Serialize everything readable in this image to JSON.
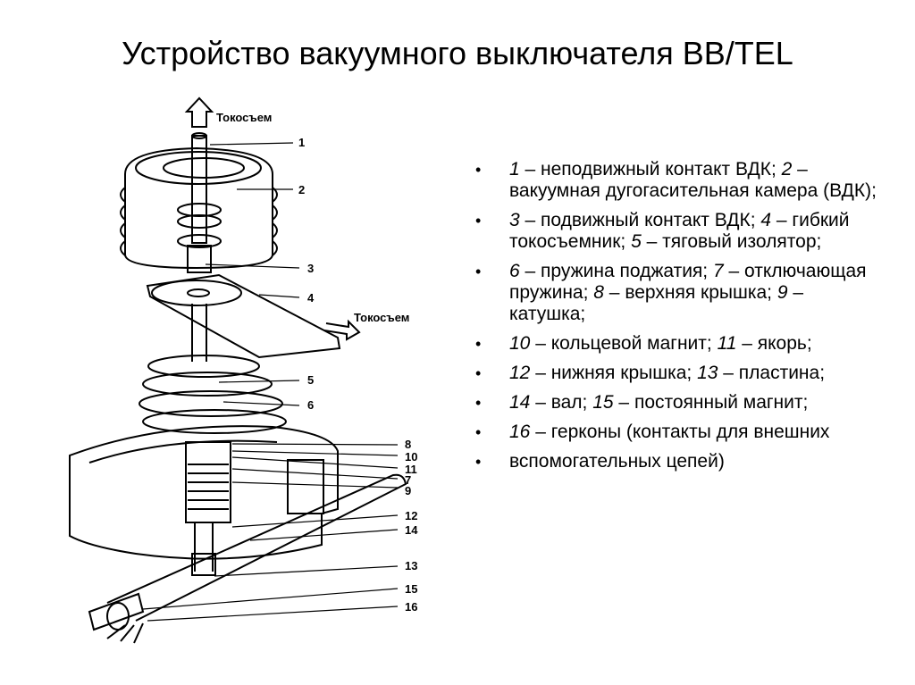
{
  "title": "Устройство вакуумного выключателя BB/TEL",
  "diagram": {
    "top_label": "Токосъем",
    "side_label": "Токосъем",
    "numbers": [
      "1",
      "2",
      "3",
      "4",
      "5",
      "6",
      "8",
      "10",
      "11",
      "7",
      "9",
      "12",
      "14",
      "13",
      "15",
      "16"
    ]
  },
  "items": [
    {
      "parts": [
        {
          "t": "1",
          "i": true
        },
        {
          "t": " – неподвижный контакт ВДК; "
        },
        {
          "t": "2",
          "i": true
        },
        {
          "t": " – вакуумная дугогасительная камера (ВДК);"
        }
      ]
    },
    {
      "parts": [
        {
          "t": "3",
          "i": true
        },
        {
          "t": " – подвижный контакт ВДК; "
        },
        {
          "t": "4",
          "i": true
        },
        {
          "t": " – гибкий токосъемник; "
        },
        {
          "t": "5",
          "i": true
        },
        {
          "t": " – тяговый изолятор;"
        }
      ]
    },
    {
      "parts": [
        {
          "t": "6",
          "i": true
        },
        {
          "t": " – пружина поджатия; "
        },
        {
          "t": "7",
          "i": true
        },
        {
          "t": " – отключающая пружина; "
        },
        {
          "t": "8",
          "i": true
        },
        {
          "t": " – верхняя крышка; "
        },
        {
          "t": "9",
          "i": true
        },
        {
          "t": " – катушка;"
        }
      ]
    },
    {
      "parts": [
        {
          "t": "10",
          "i": true
        },
        {
          "t": " – кольцевой магнит; "
        },
        {
          "t": "11",
          "i": true
        },
        {
          "t": " – якорь;"
        }
      ]
    },
    {
      "parts": [
        {
          "t": "12",
          "i": true
        },
        {
          "t": " – нижняя крышка; "
        },
        {
          "t": "13",
          "i": true
        },
        {
          "t": " – пластина;"
        }
      ]
    },
    {
      "parts": [
        {
          "t": "14",
          "i": true
        },
        {
          "t": " – вал; "
        },
        {
          "t": "15",
          "i": true
        },
        {
          "t": " – постоянный магнит;"
        }
      ]
    },
    {
      "parts": [
        {
          "t": "16",
          "i": true
        },
        {
          "t": " – герконы (контакты для внешних"
        }
      ]
    },
    {
      "parts": [
        {
          "t": "вспомогательных цепей)"
        }
      ]
    }
  ],
  "bullet": "•"
}
